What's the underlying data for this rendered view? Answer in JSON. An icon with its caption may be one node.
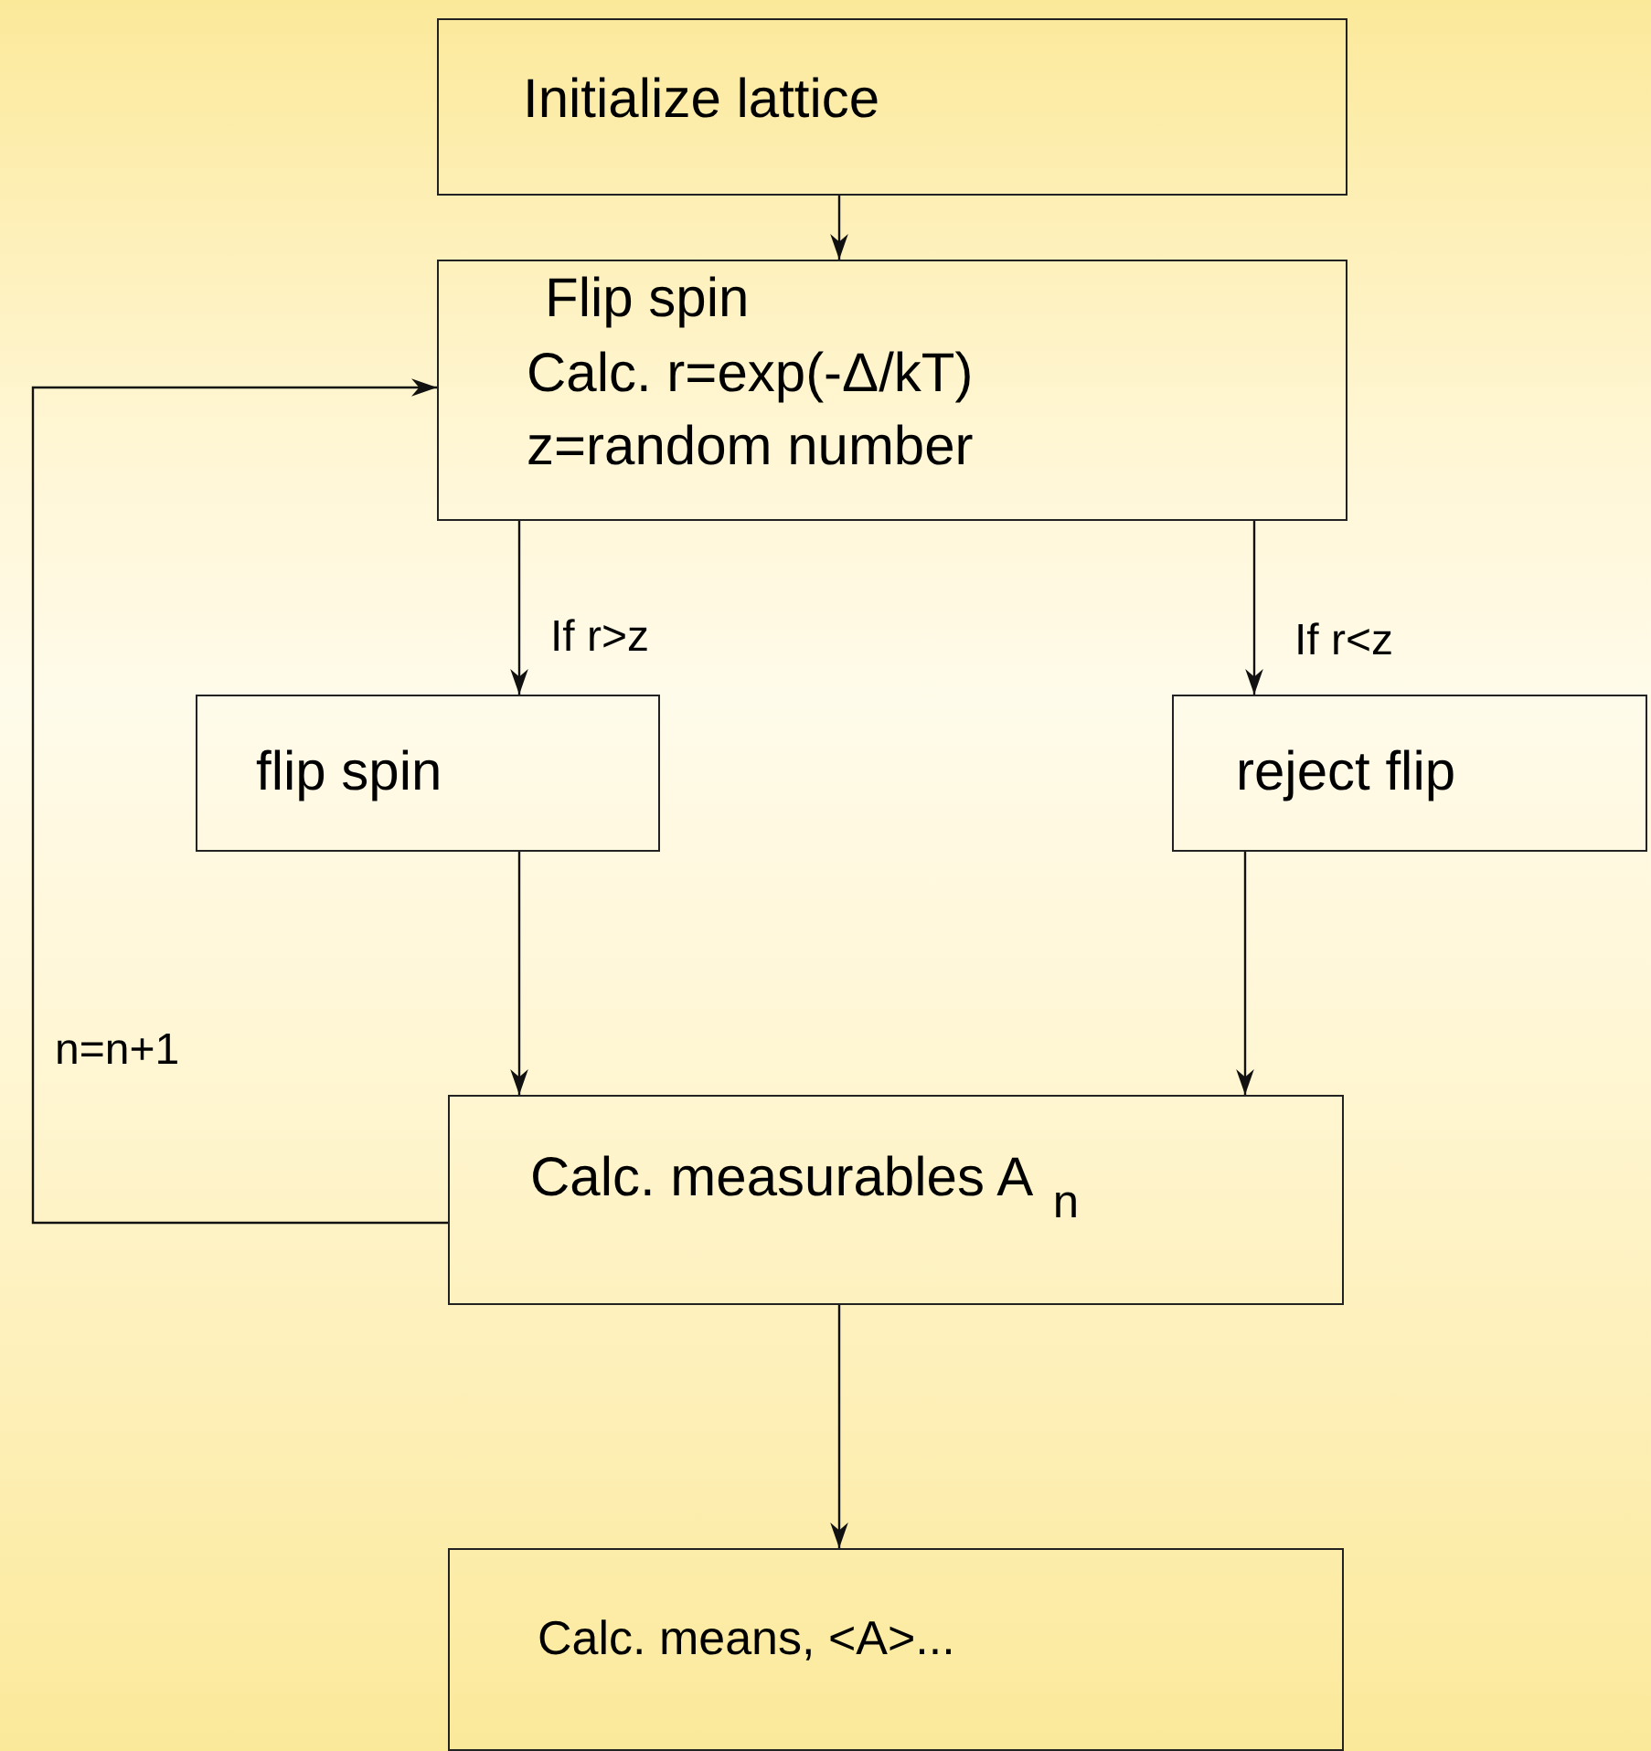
{
  "diagram": {
    "nodes": [
      {
        "text": [
          "Initialize lattice"
        ]
      },
      {
        "text": [
          "Flip spin",
          "Calc. r=exp(-Δ/kT)",
          "z=random number"
        ]
      },
      {
        "text": [
          "flip spin"
        ]
      },
      {
        "text": [
          "reject flip"
        ]
      },
      {
        "text": [
          "Calc. measurables A $_{n}$"
        ]
      },
      {
        "text": [
          "Calc. means, <A>..."
        ]
      }
    ],
    "edges": [
      {
        "from": 0,
        "to": 1,
        "arrow": "to"
      },
      {
        "from": 1,
        "to": 2,
        "arrow": "to",
        "label": "If r>z"
      },
      {
        "from": 1,
        "to": 3,
        "arrow": "to",
        "label": "If r<z"
      },
      {
        "from": 2,
        "to": 4,
        "arrow": "to"
      },
      {
        "from": 3,
        "to": 4,
        "arrow": "to"
      },
      {
        "from": 4,
        "to": 1,
        "arrow": "to",
        "label": "n=n+1"
      },
      {
        "from": 4,
        "to": 5,
        "arrow": "to"
      }
    ]
  }
}
